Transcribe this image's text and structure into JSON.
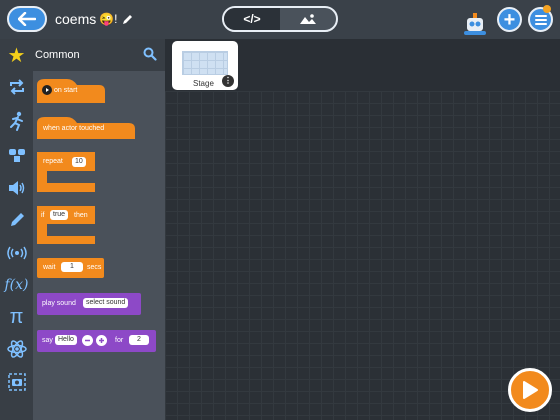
{
  "app": {
    "project_title": "coems",
    "title_emoji": "😜!",
    "edit_icon": "pencil-icon"
  },
  "toolbar": {
    "code_tab": "</>",
    "stage_tab": "image-icon"
  },
  "palette": {
    "category": "Common",
    "blocks": {
      "on_start": "on start",
      "when_actor_touched": "when actor touched",
      "repeat": "repeat",
      "repeat_count": "10",
      "if": "if",
      "if_condition": "true",
      "then": "then",
      "wait": "wait",
      "wait_value": "1",
      "secs": "secs",
      "play_sound": "play sound",
      "select_sound": "select sound",
      "say": "say",
      "say_text": "Hello",
      "for": "for",
      "for_value": "2"
    }
  },
  "rail": {
    "items": [
      "star-icon",
      "repeat-icon",
      "runner-icon",
      "costume-icon",
      "speaker-icon",
      "pen-icon",
      "broadcast-icon",
      "function-icon",
      "pi-icon",
      "atom-icon",
      "camera-icon"
    ],
    "function_label": "f(x)",
    "pi_label": "π"
  },
  "stage": {
    "label": "Stage",
    "more": "⋮"
  },
  "colors": {
    "accent": "#3d8fe0",
    "block_orange": "#f28a1d",
    "block_purple": "#8d49c7",
    "star": "#f5d01a"
  }
}
